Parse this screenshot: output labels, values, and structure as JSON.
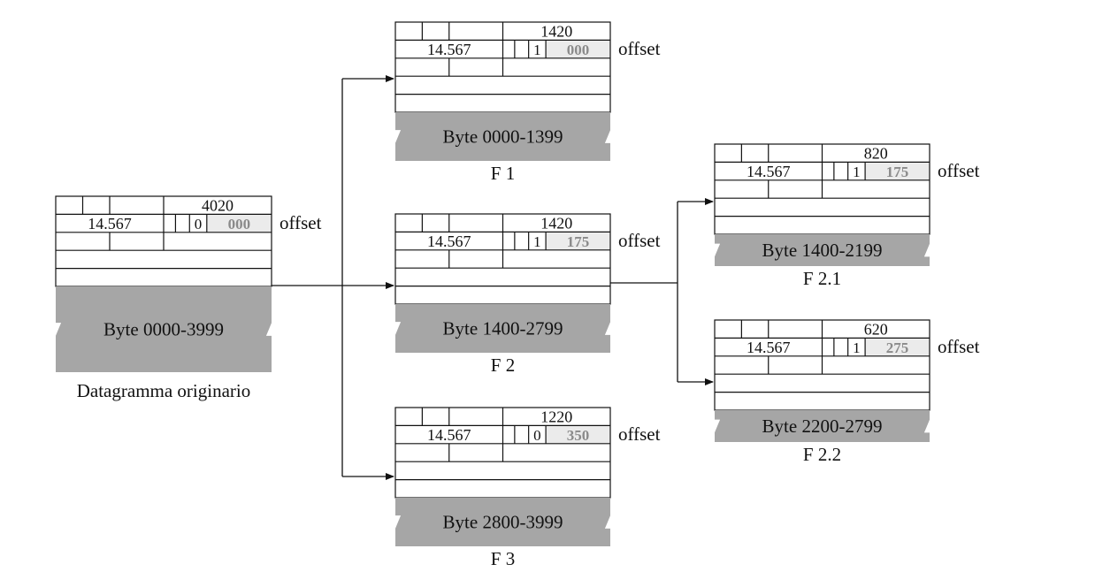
{
  "offset_label": "offset",
  "datagrams": [
    {
      "id": "original",
      "length": "4020",
      "ident": "14.567",
      "mf": "0",
      "offset": "000",
      "payload": "Byte 0000-3999",
      "label": "Datagramma originario"
    },
    {
      "id": "f1",
      "length": "1420",
      "ident": "14.567",
      "mf": "1",
      "offset": "000",
      "payload": "Byte 0000-1399",
      "label": "F 1"
    },
    {
      "id": "f2",
      "length": "1420",
      "ident": "14.567",
      "mf": "1",
      "offset": "175",
      "payload": "Byte 1400-2799",
      "label": "F 2"
    },
    {
      "id": "f3",
      "length": "1220",
      "ident": "14.567",
      "mf": "0",
      "offset": "350",
      "payload": "Byte 2800-3999",
      "label": "F 3"
    },
    {
      "id": "f21",
      "length": "820",
      "ident": "14.567",
      "mf": "1",
      "offset": "175",
      "payload": "Byte 1400-2199",
      "label": "F 2.1"
    },
    {
      "id": "f22",
      "length": "620",
      "ident": "14.567",
      "mf": "1",
      "offset": "275",
      "payload": "Byte 2200-2799",
      "label": "F 2.2"
    }
  ]
}
